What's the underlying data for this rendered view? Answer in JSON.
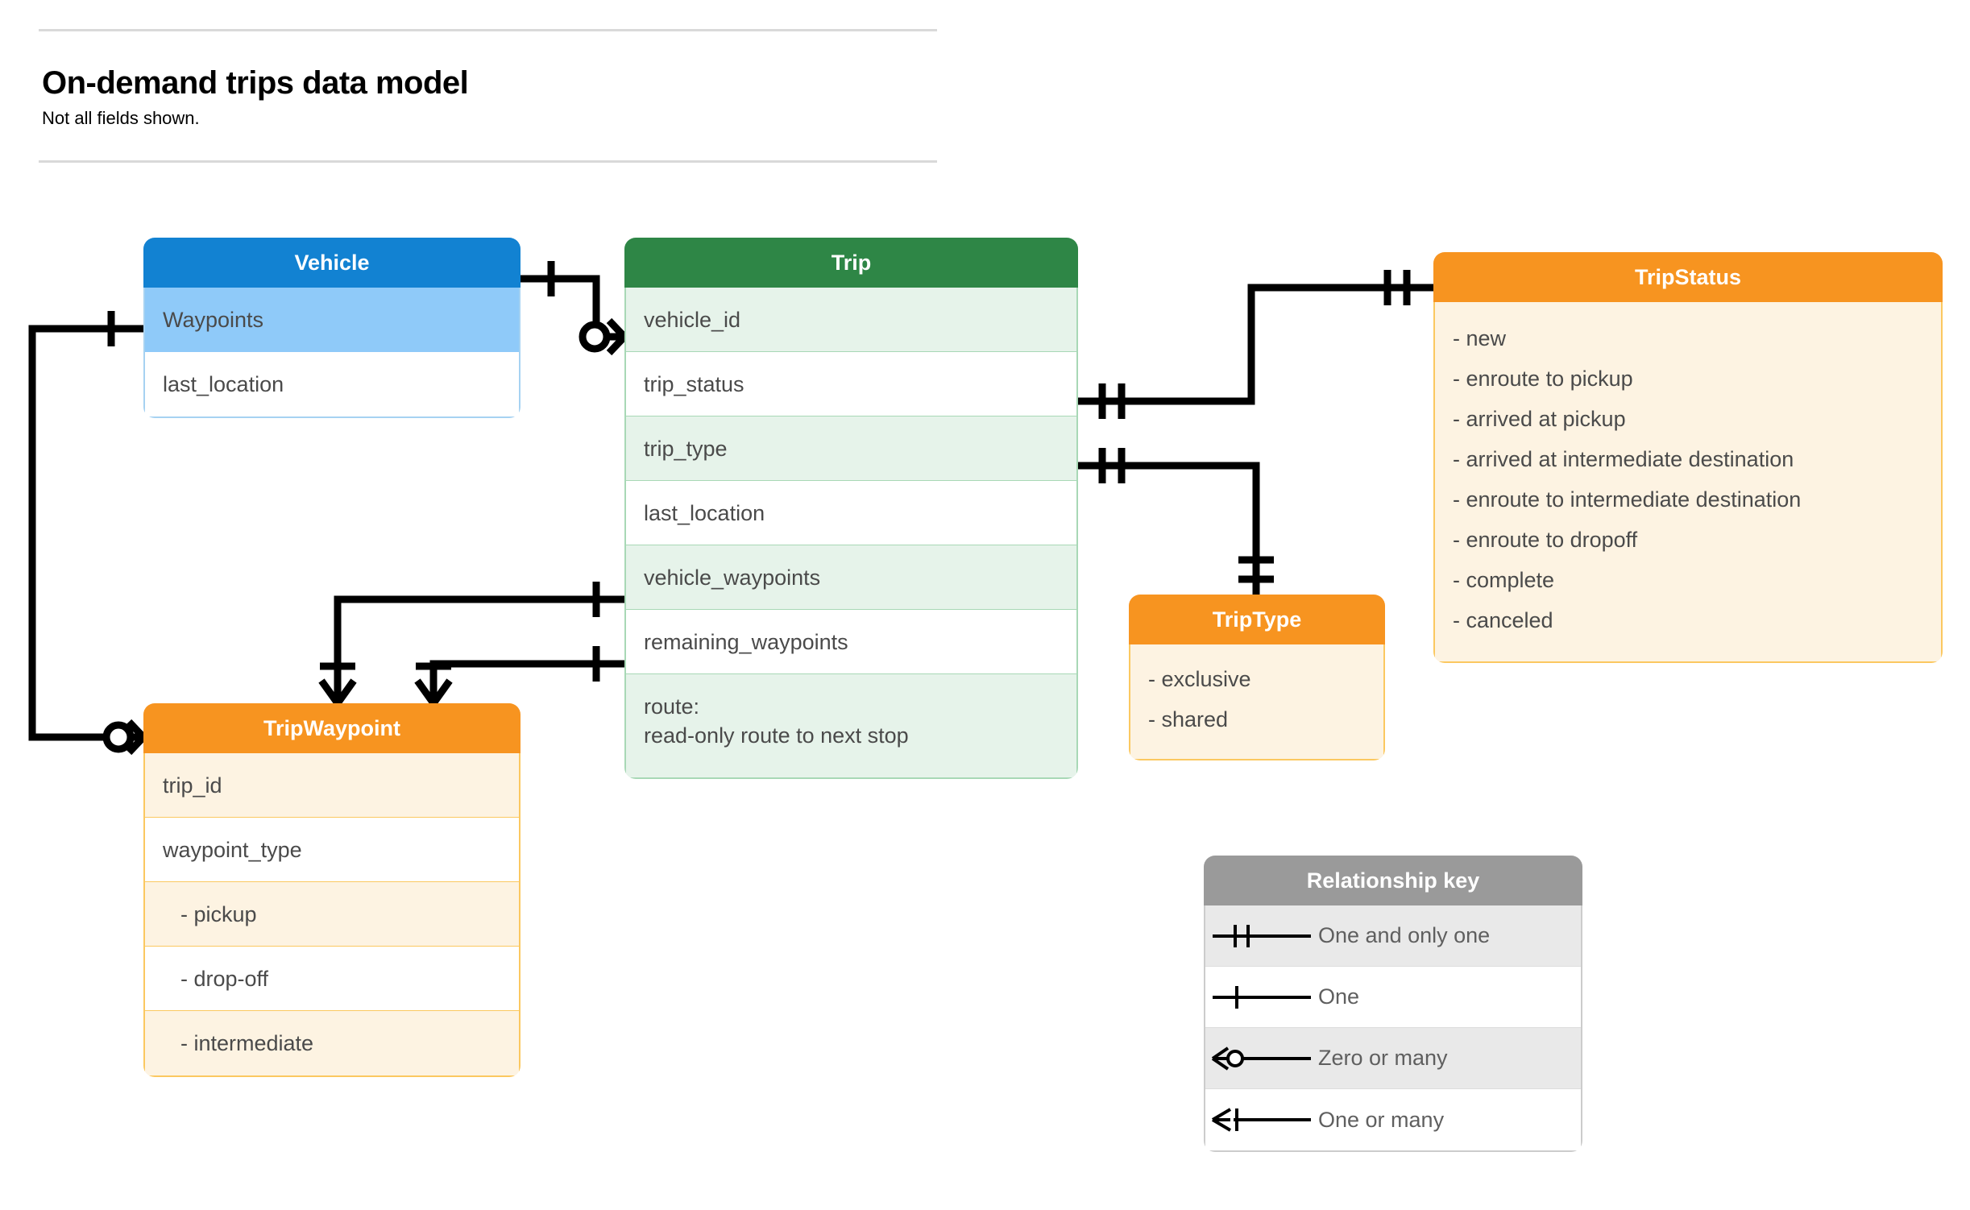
{
  "header": {
    "title": "On-demand trips data model",
    "subtitle": "Not all fields shown."
  },
  "entities": {
    "vehicle": {
      "name": "Vehicle",
      "header_color": "#1282d2",
      "fields": [
        {
          "label": "Waypoints"
        },
        {
          "label": "last_location"
        }
      ]
    },
    "trip": {
      "name": "Trip",
      "header_color": "#2e8646",
      "fields": [
        {
          "label": "vehicle_id"
        },
        {
          "label": "trip_status"
        },
        {
          "label": "trip_type"
        },
        {
          "label": "last_location"
        },
        {
          "label": "vehicle_waypoints"
        },
        {
          "label": "remaining_waypoints"
        },
        {
          "label": "route:",
          "label2": "read-only route to next stop"
        }
      ]
    },
    "trip_status": {
      "name": "TripStatus",
      "header_color": "#f79420",
      "values": [
        "- new",
        "- enroute to pickup",
        "- arrived at pickup",
        "- arrived at intermediate destination",
        "- enroute to intermediate destination",
        "- enroute to dropoff",
        "- complete",
        "- canceled"
      ]
    },
    "trip_type": {
      "name": "TripType",
      "header_color": "#f79420",
      "values": [
        "- exclusive",
        "- shared"
      ]
    },
    "trip_waypoint": {
      "name": "TripWaypoint",
      "header_color": "#f79420",
      "fields": [
        {
          "label": "trip_id"
        },
        {
          "label": "waypoint_type"
        },
        {
          "label": "-  pickup"
        },
        {
          "label": "-  drop-off"
        },
        {
          "label": "-  intermediate"
        }
      ]
    }
  },
  "legend": {
    "title": "Relationship key",
    "rows": [
      {
        "symbol": "one-and-only-one-icon",
        "label": "One and only one"
      },
      {
        "symbol": "one-icon",
        "label": "One"
      },
      {
        "symbol": "zero-or-many-icon",
        "label": "Zero or many"
      },
      {
        "symbol": "one-or-many-icon",
        "label": "One or many"
      }
    ]
  },
  "relationships": [
    {
      "from": "Vehicle",
      "from_cardinality": "One",
      "to": "Trip.vehicle_id",
      "to_cardinality": "Zero or many"
    },
    {
      "from": "Vehicle.Waypoints",
      "from_cardinality": "One",
      "to": "TripWaypoint",
      "to_cardinality": "Zero or many"
    },
    {
      "from": "Trip.trip_status",
      "from_cardinality": "One and only one",
      "to": "TripStatus",
      "to_cardinality": "One and only one"
    },
    {
      "from": "Trip.trip_type",
      "from_cardinality": "One and only one",
      "to": "TripType",
      "to_cardinality": "One and only one"
    },
    {
      "from": "Trip.vehicle_waypoints",
      "from_cardinality": "One",
      "to": "TripWaypoint",
      "to_cardinality": "One or many"
    },
    {
      "from": "Trip.remaining_waypoints",
      "from_cardinality": "One",
      "to": "TripWaypoint",
      "to_cardinality": "One or many"
    }
  ]
}
